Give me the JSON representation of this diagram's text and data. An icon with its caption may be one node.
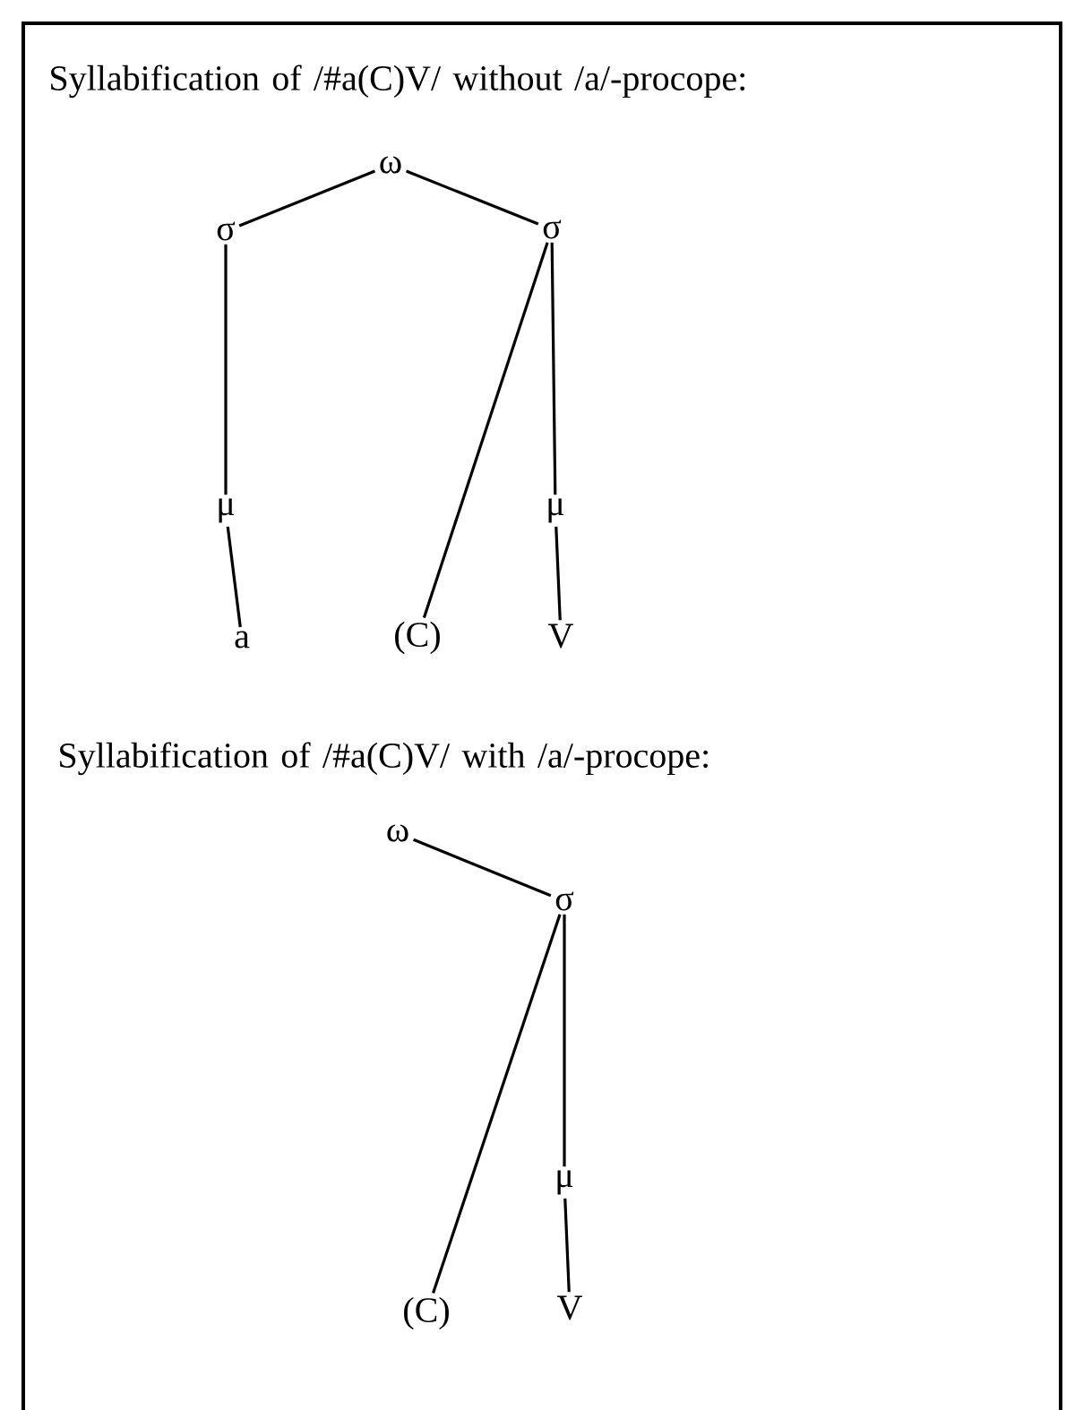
{
  "diagram": {
    "nodes": [
      {
        "text": [
          "ω"
        ]
      },
      {
        "text": [
          "σ"
        ]
      },
      {
        "text": [
          "σ"
        ]
      },
      {
        "text": [
          "μ"
        ]
      },
      {
        "text": [
          "μ"
        ]
      },
      {
        "text": [
          "a"
        ]
      },
      {
        "text": [
          "(C)"
        ]
      },
      {
        "text": [
          "V"
        ]
      },
      {
        "text": [
          "ω"
        ]
      },
      {
        "text": [
          "σ"
        ]
      },
      {
        "text": [
          "μ"
        ]
      },
      {
        "text": [
          "(C)"
        ]
      },
      {
        "text": [
          "V"
        ]
      }
    ],
    "edges": [
      {
        "from": 0,
        "to": 1,
        "arrow": "none"
      },
      {
        "from": 0,
        "to": 2,
        "arrow": "none"
      },
      {
        "from": 1,
        "to": 3,
        "arrow": "none"
      },
      {
        "from": 3,
        "to": 5,
        "arrow": "none"
      },
      {
        "from": 2,
        "to": 6,
        "arrow": "none"
      },
      {
        "from": 2,
        "to": 4,
        "arrow": "none"
      },
      {
        "from": 4,
        "to": 7,
        "arrow": "none"
      },
      {
        "from": 8,
        "to": 9,
        "arrow": "none"
      },
      {
        "from": 9,
        "to": 11,
        "arrow": "none"
      },
      {
        "from": 9,
        "to": 10,
        "arrow": "none"
      },
      {
        "from": 10,
        "to": 12,
        "arrow": "none"
      }
    ],
    "labels": [
      "Syllabification of /#a(C)V/ without /a/-procope:",
      "Syllabification of /#a(C)V/ with /a/-procope:"
    ]
  }
}
